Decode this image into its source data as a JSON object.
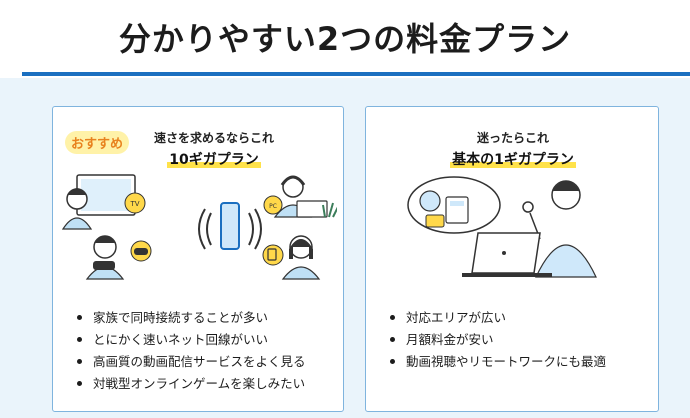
{
  "page": {
    "title": "分かりやすい2つの料金プラン"
  },
  "plans": [
    {
      "badge": "おすすめ",
      "kicker": "速さを求めるならこれ",
      "name": "10ギガプラン",
      "illustration_labels": {
        "tv": "TV",
        "pc": "PC"
      },
      "features": [
        "家族で同時接続することが多い",
        "とにかく速いネット回線がいい",
        "高画質の動画配信サービスをよく見る",
        "対戦型オンラインゲームを楽しみたい"
      ]
    },
    {
      "kicker": "迷ったらこれ",
      "name": "基本の1ギガプラン",
      "features": [
        "対応エリアが広い",
        "月額料金が安い",
        "動画視聴やリモートワークにも最適"
      ]
    }
  ],
  "colors": {
    "accent_blue": "#1a6fc0",
    "card_border": "#7fb4de",
    "highlight_yellow": "#ffe24a",
    "badge_orange": "#e8821e",
    "background": "#eaf4fb"
  }
}
